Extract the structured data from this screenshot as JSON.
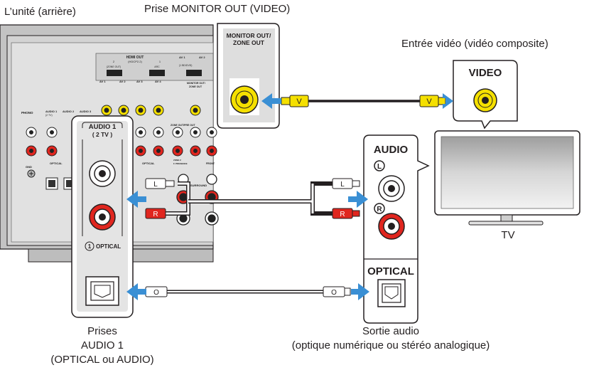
{
  "labels": {
    "unit_rear": "L’unité (arrière)",
    "monitor_out_title": "Prise MONITOR OUT (VIDEO)",
    "video_input_title": "Entrée vidéo (vidéo composite)",
    "tv": "TV",
    "audio1_jacks_line1": "Prises",
    "audio1_jacks_line2": "AUDIO 1",
    "audio1_jacks_line3": "(OPTICAL ou AUDIO)",
    "audio_out_line1": "Sortie audio",
    "audio_out_line2": "(optique numérique ou stéréo analogique)"
  },
  "monitor_panel": {
    "title_line1": "MONITOR OUT/",
    "title_line2": "ZONE OUT"
  },
  "tv_video_panel": {
    "title": "VIDEO"
  },
  "audio1_panel": {
    "title_line1": "AUDIO 1",
    "title_line2": "( 2 TV )",
    "optical_num": "1",
    "optical_label": "OPTICAL"
  },
  "tv_audio_panel": {
    "audio_title": "AUDIO",
    "left_mark": "L",
    "right_mark": "R",
    "optical_title": "OPTICAL"
  },
  "cable_tags": {
    "video": "V",
    "left": "L",
    "right": "R",
    "optical": "O"
  },
  "receiver_labels": {
    "hdmi_out": "HDMI OUT",
    "hdcp": "(HDCP2.2)",
    "zone_out": "(ZONE OUT)",
    "arc": "ARC",
    "av1": "AV 1",
    "av2": "AV 2",
    "av3": "AV 3",
    "av4": "AV 4",
    "bd_dvd": "(1 BD/DVD)",
    "phono": "PHONO",
    "audio1": "AUDIO 1",
    "audio1_sub": "(2 TV)",
    "audio2": "AUDIO 2",
    "audio3": "AUDIO 3",
    "optical": "OPTICAL",
    "gnd": "GND",
    "zone_pre_out": "ZONE OUT/PRE OUT",
    "surround": "SURROUND",
    "front": "FRONT",
    "zone2": "ZONE 2",
    "f_presence": "F. PRESENCE",
    "monitor_out": "MONITOR OUT/",
    "monitor_zone": "ZONE OUT",
    "hdmi_1": "1",
    "hdmi_2": "2"
  },
  "colors": {
    "arrow": "#3a8fd4",
    "yellow": "#f5e000",
    "red": "#e0261f",
    "panel_gray": "#d9d9d9",
    "dark": "#231f20"
  }
}
